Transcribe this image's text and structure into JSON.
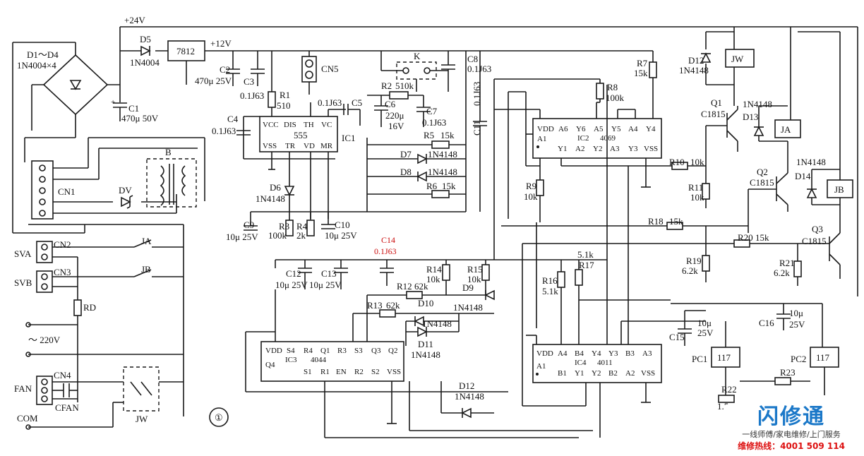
{
  "rails": {
    "v24": "+24V",
    "v12": "+12V"
  },
  "figure_number": "①",
  "bridge": {
    "ref": "D1～D4",
    "part": "1N4004×4"
  },
  "regulator": "7812",
  "diodes": {
    "D5": {
      "ref": "D5",
      "part": "1N4004"
    },
    "D6": {
      "ref": "D6",
      "part": "1N4148"
    },
    "D7": {
      "ref": "D7",
      "part": "1N4148"
    },
    "D8": {
      "ref": "D8",
      "part": "1N4148"
    },
    "D9": {
      "ref": "D9",
      "part": "1N4148"
    },
    "D10": {
      "ref": "D10",
      "part": "1N4148"
    },
    "D11": {
      "ref": "D11",
      "part": "1N4148"
    },
    "D12a": {
      "ref": "D12",
      "part": "1N4148"
    },
    "D12b": {
      "ref": "D12",
      "part": "1N4148"
    },
    "D13": {
      "ref": "D13",
      "part": "1N4148"
    },
    "D14": {
      "ref": "D14",
      "part": "1N4148"
    },
    "DV": {
      "ref": "DV"
    }
  },
  "capacitors": {
    "C1": {
      "ref": "C1",
      "value": "470μ 50V"
    },
    "C2": {
      "ref": "C2",
      "value": "470μ 25V"
    },
    "C3": {
      "ref": "C3",
      "value": "0.1J63"
    },
    "C4": {
      "ref": "C4",
      "value": "0.1J63"
    },
    "C5": {
      "ref": "C5",
      "value": "0.1J63"
    },
    "C6": {
      "ref": "C6",
      "value": "220μ",
      "value2": "16V"
    },
    "C7": {
      "ref": "C7",
      "value": "0.1J63"
    },
    "C8": {
      "ref": "C8",
      "value": "0.1J63"
    },
    "C9": {
      "ref": "C9",
      "value": "10μ 25V"
    },
    "C10": {
      "ref": "C10",
      "value": "10μ 25V"
    },
    "C11": {
      "ref": "C11",
      "value": "0.1J63"
    },
    "C12": {
      "ref": "C12",
      "value": "10μ 25V"
    },
    "C13": {
      "ref": "C13",
      "value": "10μ 25V"
    },
    "C14": {
      "ref": "C14",
      "value": "0.1J63"
    },
    "C15": {
      "ref": "C15",
      "value": "10μ",
      "value2": "25V"
    },
    "C16": {
      "ref": "C16",
      "value": "10μ",
      "value2": "25V"
    },
    "CFAN": {
      "ref": "CFAN"
    }
  },
  "resistors": {
    "R1": {
      "ref": "R1",
      "value": "510"
    },
    "R2": {
      "ref": "R2",
      "value": "510k"
    },
    "R3": {
      "ref": "R3",
      "value": "100k"
    },
    "R4": {
      "ref": "R4",
      "value": "2k"
    },
    "R5": {
      "ref": "R5",
      "value": "15k"
    },
    "R6": {
      "ref": "R6",
      "value": "15k"
    },
    "R7": {
      "ref": "R7",
      "value": "15k"
    },
    "R8": {
      "ref": "R8",
      "value": "100k"
    },
    "R9": {
      "ref": "R9",
      "value": "10k"
    },
    "R10": {
      "ref": "R10",
      "value": "10k"
    },
    "R11": {
      "ref": "R11",
      "value": "10k"
    },
    "R12": {
      "ref": "R12",
      "value": "62k"
    },
    "R13": {
      "ref": "R13",
      "value": "62k"
    },
    "R14": {
      "ref": "R14",
      "value": "10k"
    },
    "R15": {
      "ref": "R15",
      "value": "10k"
    },
    "R16": {
      "ref": "R16",
      "value": "5.1k"
    },
    "R17": {
      "ref": "R17",
      "value": "5.1k"
    },
    "R18": {
      "ref": "R18",
      "value": "15k"
    },
    "R19": {
      "ref": "R19",
      "value": "6.2k"
    },
    "R20": {
      "ref": "R20",
      "value": "15k"
    },
    "R21": {
      "ref": "R21",
      "value": "6.2k"
    },
    "R22": {
      "ref": "R22",
      "value": "1.5"
    },
    "R23": {
      "ref": "R23"
    },
    "RD": {
      "ref": "RD"
    }
  },
  "transistors": {
    "Q1": {
      "ref": "Q1",
      "part": "C1815"
    },
    "Q2": {
      "ref": "Q2",
      "part": "C1815"
    },
    "Q3": {
      "ref": "Q3",
      "part": "C1815"
    }
  },
  "ics": {
    "IC1": {
      "ref": "IC1",
      "part": "555",
      "pins_top": [
        "VCC",
        "DIS",
        "TH",
        "VC"
      ],
      "pins_bottom": [
        "VSS",
        "TR",
        "VD",
        "MR"
      ]
    },
    "IC2": {
      "ref": "IC2",
      "part": "4069",
      "pins_top": [
        "VDD",
        "A6",
        "Y6",
        "A5",
        "Y5",
        "A4",
        "Y4"
      ],
      "pins_bottom": [
        "A1",
        "Y1",
        "A2",
        "Y2",
        "A3",
        "Y3",
        "VSS"
      ]
    },
    "IC3": {
      "ref": "IC3",
      "part": "4044",
      "pins_top": [
        "VDD",
        "S4",
        "R4",
        "Q1",
        "R3",
        "S3",
        "Q3",
        "Q2"
      ],
      "pins_bottom": [
        "Q4",
        "S1",
        "R1",
        "EN",
        "R2",
        "S2",
        "VSS"
      ]
    },
    "IC4": {
      "ref": "IC4",
      "part": "4011",
      "pins_top": [
        "VDD",
        "A4",
        "B4",
        "Y4",
        "Y3",
        "B3",
        "A3"
      ],
      "pins_bottom": [
        "A1",
        "B1",
        "Y1",
        "Y2",
        "B2",
        "A2",
        "VSS"
      ]
    }
  },
  "relays": {
    "JW": "JW",
    "JA": "JA",
    "JB": "JB"
  },
  "optocouplers": {
    "PC1": {
      "ref": "PC1",
      "part": "117"
    },
    "PC2": {
      "ref": "PC2",
      "part": "117"
    }
  },
  "connectors": {
    "CN1": "CN1",
    "CN2": "CN2",
    "CN3": "CN3",
    "CN4": "CN4",
    "CN5": "CN5"
  },
  "switch_K": "K",
  "transformer": "B",
  "terminals": {
    "SVA": "SVA",
    "SVB": "SVB",
    "FAN": "FAN",
    "COM": "COM",
    "mains": "～ 220V"
  },
  "contacts": {
    "JA": "JA",
    "JB": "JB",
    "JW": "JW"
  },
  "brand": {
    "logo": "闪修通",
    "slogan": "一线师傅/家电维修/上门服务",
    "hotline": "维修热线：4001 509 114"
  }
}
